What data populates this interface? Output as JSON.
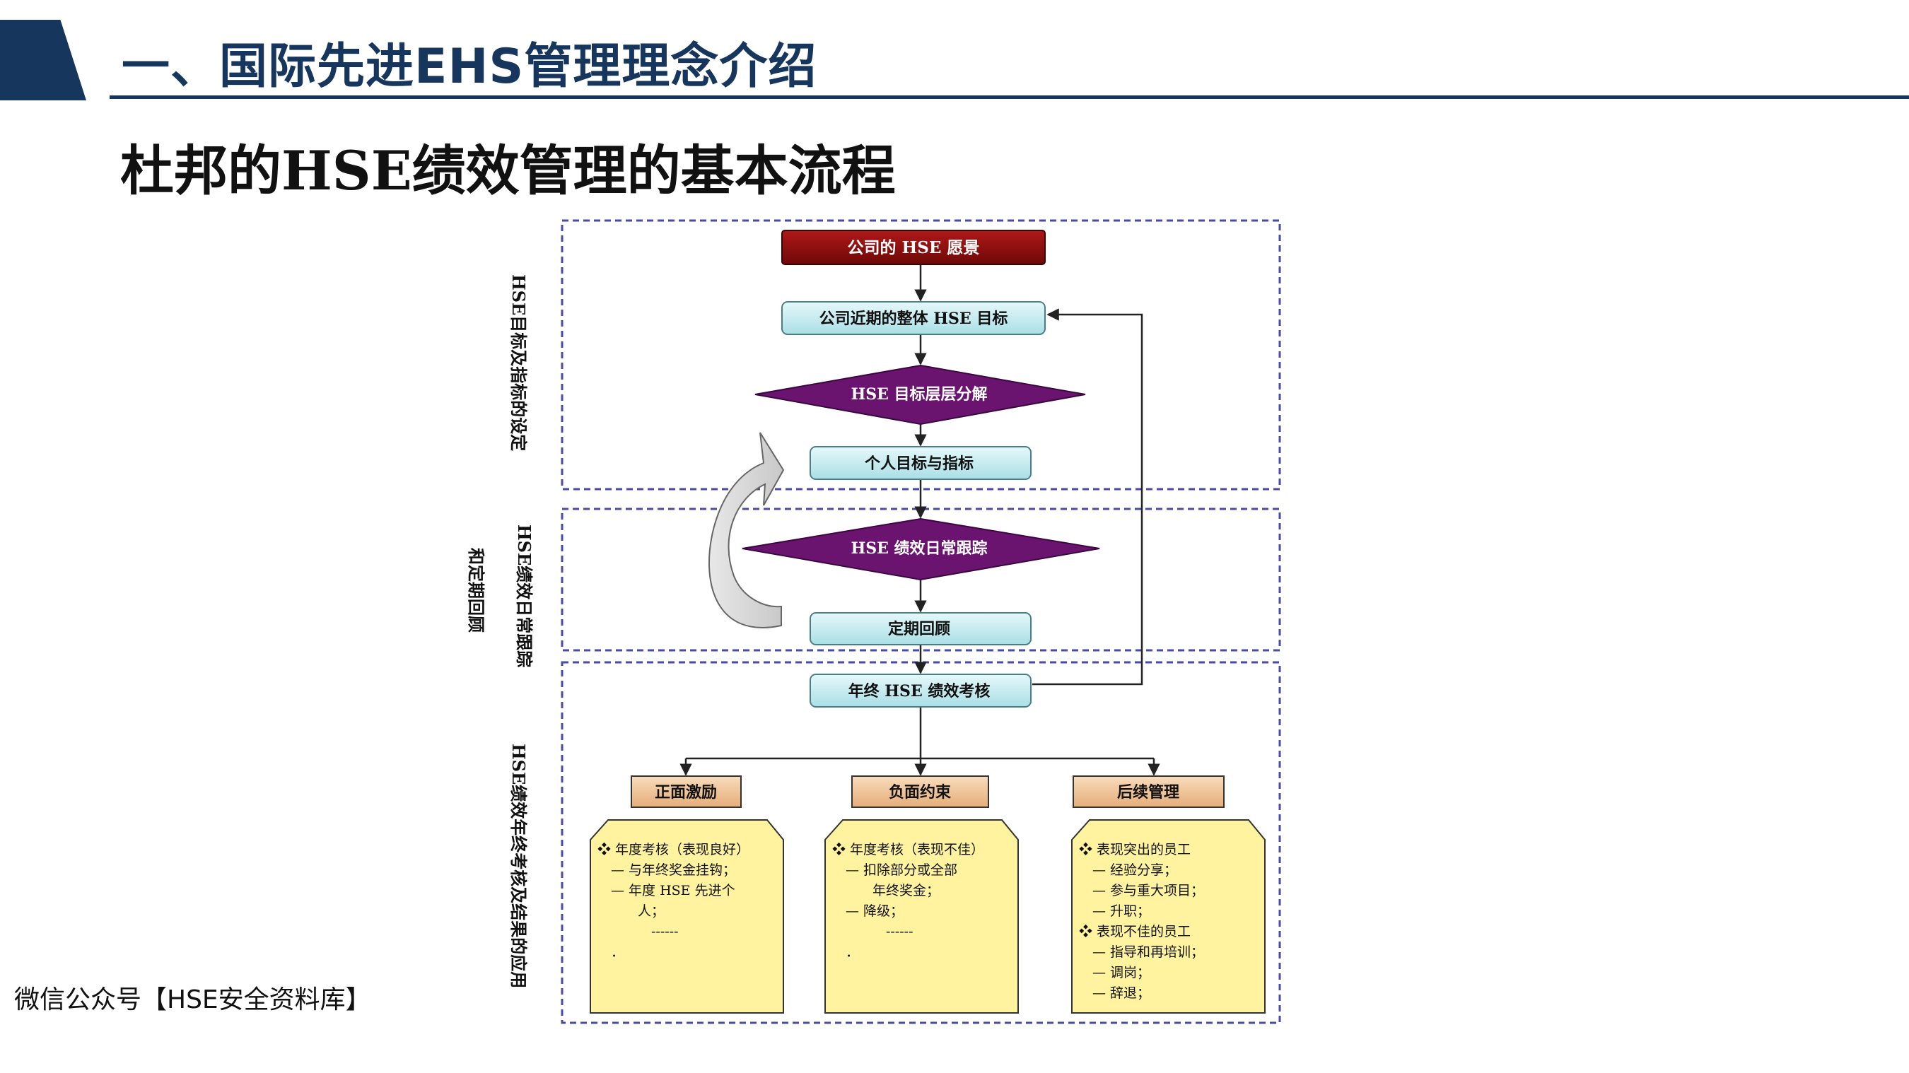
{
  "header": {
    "title": "一、国际先进EHS管理理念介绍",
    "accent_color": "#17365d"
  },
  "subtitle": "杜邦的HSE绩效管理的基本流程",
  "footer": "微信公众号【HSE安全资料库】",
  "diagram": {
    "section_labels": {
      "goals": "HSE目标及指标的设定",
      "tracking": "HSE绩效日常跟踪",
      "tracking_extra": "和定期回顾",
      "appraisal": "HSE绩效年终考核及结果的应用"
    },
    "nodes": {
      "vision": "公司的 HSE 愿景",
      "overall_goal": "公司近期的整体 HSE 目标",
      "decompose": "HSE 目标层层分解",
      "personal": "个人目标与指标",
      "daily_track": "HSE 绩效日常跟踪",
      "review": "定期回顾",
      "annual": "年终 HSE 绩效考核",
      "positive": "正面激励",
      "negative": "负面约束",
      "followup": "后续管理"
    },
    "notes": {
      "positive": [
        "❖  年度考核（表现良好）",
        "　—  与年终奖金挂钩；",
        "　—  年度 HSE 先进个",
        "　　　人；",
        "　　　　------",
        "　．"
      ],
      "negative": [
        "❖  年度考核（表现不佳）",
        "　—  扣除部分或全部",
        "　　　年终奖金；",
        "　—  降级；",
        "　　　　------",
        "　．"
      ],
      "followup": [
        "❖  表现突出的员工",
        "　—  经验分享；",
        "　—  参与重大项目；",
        "　—  升职；",
        "❖  表现不佳的员工",
        "　—  指导和再培训；",
        "　—  调岗；",
        "　—  辞退；"
      ]
    },
    "colors": {
      "vision_fill": "#8b0d0d",
      "process_fill": "#c9ecf0",
      "diamond_fill": "#6a1470",
      "outcome_fill": "#f0c89e",
      "note_fill": "#fff3a0",
      "dashed_border": "#4a4aa8"
    }
  }
}
